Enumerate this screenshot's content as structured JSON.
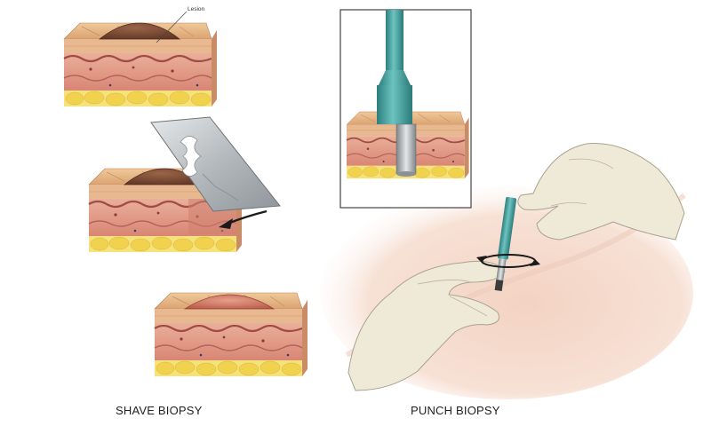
{
  "labels": {
    "lesion": "Lesion",
    "shave_caption": "SHAVE BIOPSY",
    "punch_caption": "PUNCH BIOPSY"
  },
  "colors": {
    "skin_top": "#e7b987",
    "skin_side": "#d9a079",
    "dermis": "#dc8e7a",
    "dermis_wave": "#a24b45",
    "fat": "#f4dc66",
    "lesion": "#7a4a33",
    "shaved_lesion": "#c56a58",
    "punch_teal": "#3fa2a0",
    "blade": "#c3c7ca",
    "glove": "#efe9d7",
    "inset_border": "#444444"
  },
  "icons": [
    "razor-blade-icon",
    "punch-tool-icon",
    "rotation-arrow-icon",
    "direction-arrow-icon"
  ]
}
